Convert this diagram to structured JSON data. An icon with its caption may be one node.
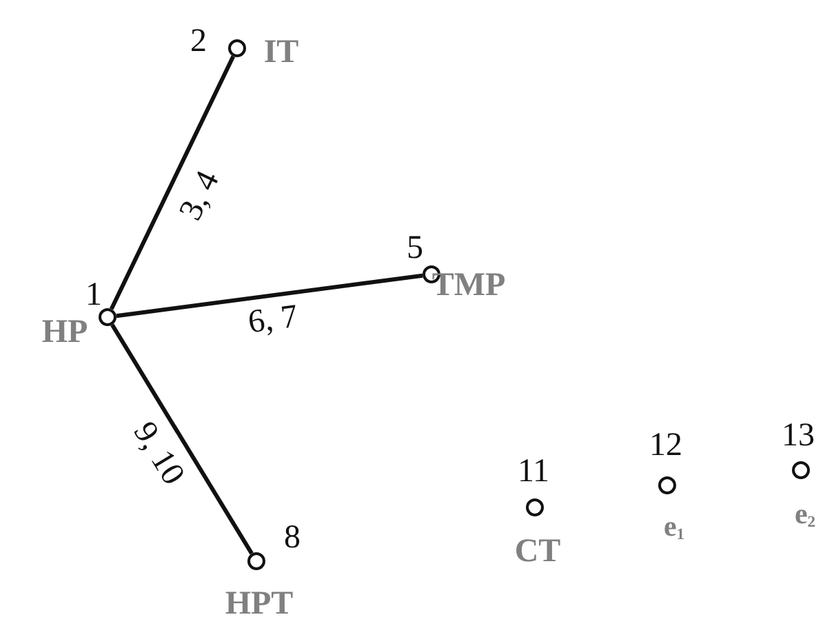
{
  "diagram": {
    "nodes": [
      {
        "text": [],
        "shape": "circle",
        "beside": [
          "1",
          "HP"
        ]
      },
      {
        "text": [],
        "shape": "circle",
        "beside": [
          "2",
          "IT"
        ]
      },
      {
        "text": [],
        "shape": "circle",
        "beside": [
          "5",
          "TMP"
        ]
      },
      {
        "text": [],
        "shape": "circle",
        "beside": [
          "8",
          "HPT"
        ]
      },
      {
        "text": [],
        "shape": "circle",
        "beside": [
          "11",
          "CT"
        ]
      },
      {
        "text": [],
        "shape": "circle",
        "beside": [
          "12",
          "e$_{1}$"
        ]
      },
      {
        "text": [],
        "shape": "circle",
        "beside": [
          "13",
          "e$_{2}$"
        ]
      }
    ],
    "edges": [
      {
        "from": 0,
        "to": 1,
        "arrow": "none",
        "label": "3, 4"
      },
      {
        "from": 0,
        "to": 2,
        "arrow": "none",
        "label": "6, 7"
      },
      {
        "from": 0,
        "to": 3,
        "arrow": "none",
        "label": "9, 10"
      }
    ]
  }
}
